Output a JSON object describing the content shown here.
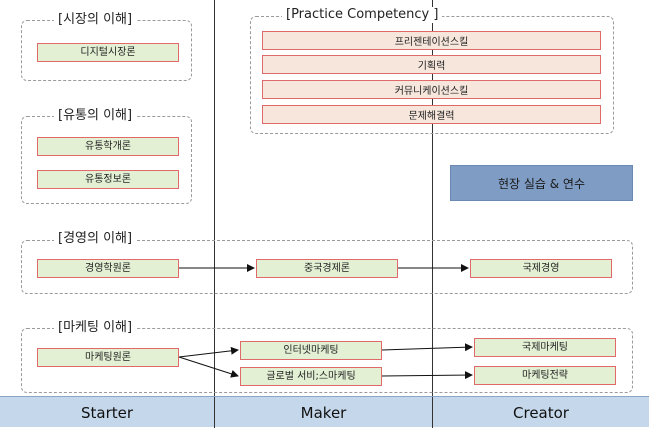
{
  "groups": {
    "market": {
      "title": "[시장의 이해]",
      "items": [
        "디지털시장론"
      ]
    },
    "distribution": {
      "title": "[유통의 이해]",
      "items": [
        "유통학개론",
        "유통정보론"
      ]
    },
    "management": {
      "title": "[경영의 이해]",
      "items": [
        "경영학원론",
        "중국경제론",
        "국제경영"
      ]
    },
    "marketing": {
      "title": "[마케팅 이해]",
      "items": [
        "마케팅원론",
        "인터넷마케팅",
        "글로벌 서비;스마케팅",
        "국제마케팅",
        "마케팅전략"
      ]
    },
    "practice": {
      "title": "[Practice Competency ]",
      "items": [
        "프리젠테이션스킬",
        "기획력",
        "커뮤니케이션스킬",
        "문제해결력"
      ]
    }
  },
  "field_practice": "현장 실습 & 연수",
  "stages": [
    "Starter",
    "Maker",
    "Creator"
  ]
}
